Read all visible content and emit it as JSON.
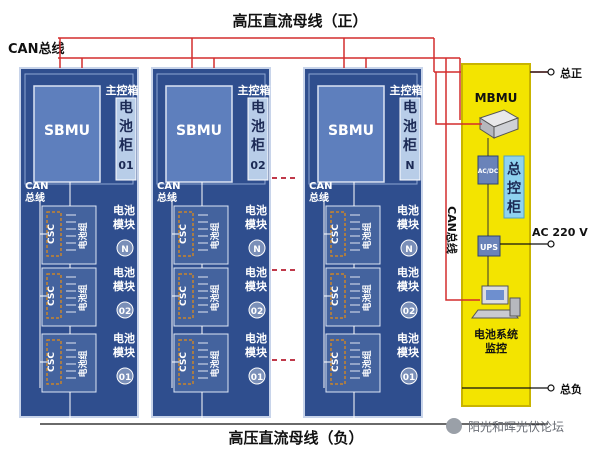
{
  "title_top": "高压直流母线（正）",
  "title_bottom": "高压直流母线（负）",
  "can_bus_top": "CAN总线",
  "can_bus_side": "CAN总线",
  "cabinets": [
    {
      "sbmu": "SBMU",
      "master_box": "主控箱",
      "cabinet_label": [
        "电",
        "池",
        "柜",
        "01"
      ],
      "can_label": [
        "CAN",
        "总线"
      ],
      "modules": [
        {
          "csc": "CSC",
          "group": "电池组",
          "label": [
            "电池",
            "模块"
          ],
          "num": "N"
        },
        {
          "csc": "CSC",
          "group": "电池组",
          "label": [
            "电池",
            "模块"
          ],
          "num": "02"
        },
        {
          "csc": "CSC",
          "group": "电池组",
          "label": [
            "电池",
            "模块"
          ],
          "num": "01"
        }
      ]
    },
    {
      "sbmu": "SBMU",
      "master_box": "主控箱",
      "cabinet_label": [
        "电",
        "池",
        "柜",
        "02"
      ],
      "can_label": [
        "CAN",
        "总线"
      ],
      "modules": [
        {
          "csc": "CSC",
          "group": "电池组",
          "label": [
            "电池",
            "模块"
          ],
          "num": "N"
        },
        {
          "csc": "CSC",
          "group": "电池组",
          "label": [
            "电池",
            "模块"
          ],
          "num": "02"
        },
        {
          "csc": "CSC",
          "group": "电池组",
          "label": [
            "电池",
            "模块"
          ],
          "num": "01"
        }
      ]
    },
    {
      "sbmu": "SBMU",
      "master_box": "主控箱",
      "cabinet_label": [
        "电",
        "池",
        "柜",
        "N"
      ],
      "can_label": [
        "CAN",
        "总线"
      ],
      "modules": [
        {
          "csc": "CSC",
          "group": "电池组",
          "label": [
            "电池",
            "模块"
          ],
          "num": "N"
        },
        {
          "csc": "CSC",
          "group": "电池组",
          "label": [
            "电池",
            "模块"
          ],
          "num": "02"
        },
        {
          "csc": "CSC",
          "group": "电池组",
          "label": [
            "电池",
            "模块"
          ],
          "num": "01"
        }
      ]
    }
  ],
  "control": {
    "mbmu": "MBMU",
    "acdc": "AC/DC",
    "cabinet_label": [
      "总",
      "控",
      "柜"
    ],
    "ups": "UPS",
    "monitor": [
      "电池系统",
      "监控"
    ]
  },
  "terminals": {
    "pos": "总正",
    "ac": "AC 220 V",
    "neg": "总负"
  },
  "watermark": "阳光和晖光伏论坛",
  "colors": {
    "cabinet_fill": "#2f4e8e",
    "cabinet_border": "#c8d4ea",
    "sbmu_fill": "#5e7fbd",
    "module_fill": "#44639e",
    "label_fill": "#b8cde8",
    "control_fill": "#f3e400",
    "control_border": "#c9b400",
    "red_line": "#d32d2d",
    "csc_box": "#c9842a",
    "text_dark": "#1c2a55"
  }
}
